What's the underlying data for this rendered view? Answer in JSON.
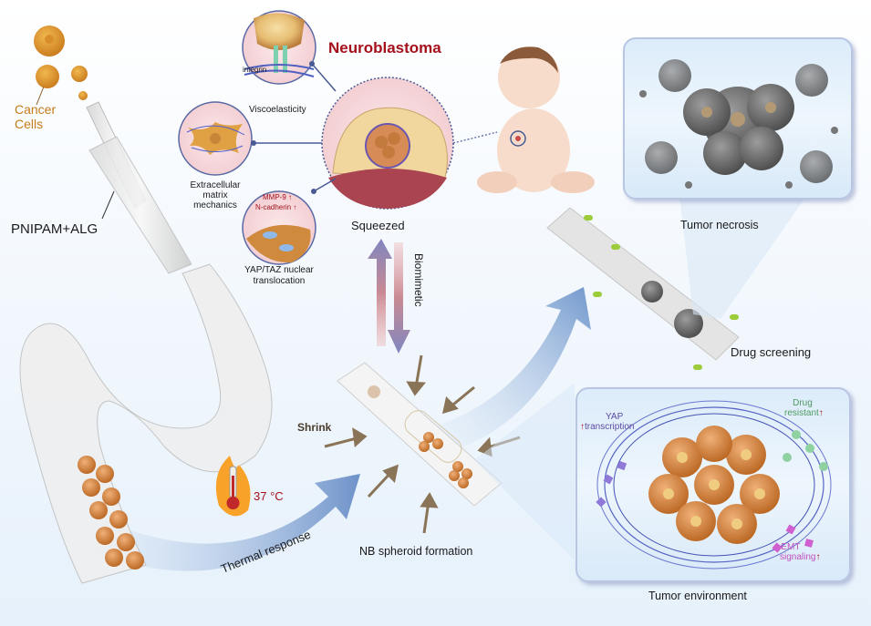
{
  "figure": {
    "title": "Neuroblastoma",
    "labels": {
      "cancer_cells": "Cancer Cells",
      "pnipam_alg": "PNIPAM+ALG",
      "viscoelasticity": "Viscoelasticity",
      "integrin": "integrin",
      "ecm_line1": "Extracellular",
      "ecm_line2": "matrix",
      "ecm_line3": "mechanics",
      "mmp9": "MMP-9",
      "n_cadherin": "N-cadherin",
      "yap_taz_line1": "YAP/TAZ nuclear",
      "yap_taz_line2": "translocation",
      "squeezed": "Squeezed",
      "biomimetic": "Biomimetic",
      "shrink": "Shrink",
      "temperature": "37 °C",
      "thermal_response": "Thermal response",
      "nb_spheroid_formation": "NB spheroid formation",
      "drug_screening": "Drug screening",
      "tumor_necrosis": "Tumor necrosis",
      "tumor_environment": "Tumor environment",
      "yap_label": "YAP",
      "yap_transcription": "transcription",
      "drug_label": "Drug",
      "drug_resistant": "resistant",
      "emt_label": "EMT",
      "emt_signaling": "signaling",
      "up_arrow": "↑"
    },
    "colors": {
      "title_red": "#a4101c",
      "up_arrow_red": "#a4101c",
      "cancer_orange": "#c77a1a",
      "yap_purple": "#5b4aa3",
      "drug_green": "#4f9a62",
      "emt_pink": "#c24fbf",
      "flow_arrow_blue": "#6e92c9",
      "shrink_arrow_brown": "#8a7457",
      "panel_border": "#b9c6e3"
    }
  }
}
